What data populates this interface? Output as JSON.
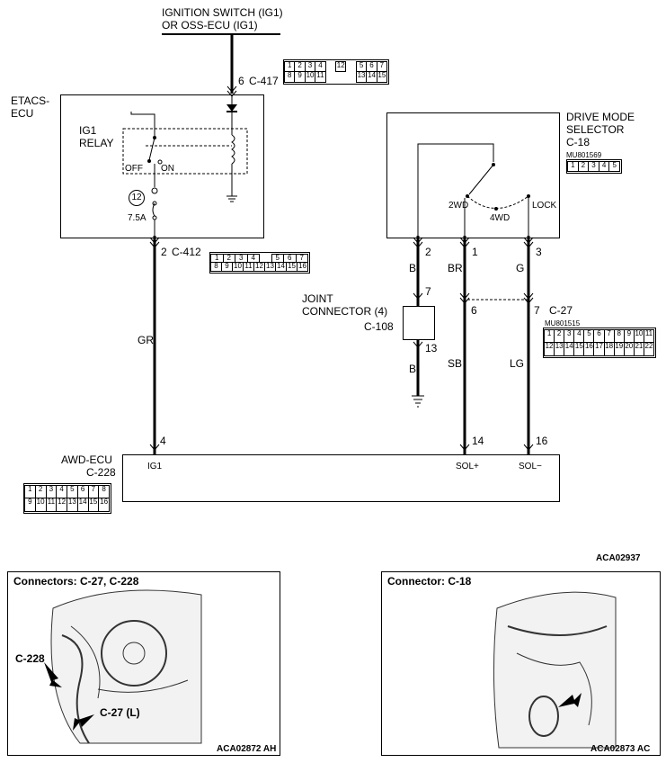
{
  "top_source": {
    "line1": "IGNITION SWITCH (IG1)",
    "line2": "OR OSS-ECU (IG1)"
  },
  "etacs": {
    "line1": "ETACS-",
    "line2": "ECU",
    "relay1": "IG1",
    "relay2": "RELAY",
    "off": "OFF",
    "on": "ON",
    "fuse_no": "12",
    "fuse_amp": "7.5A"
  },
  "c417": {
    "pin": "6",
    "name": "C-417",
    "row1": [
      "1",
      "2",
      "3",
      "4",
      "",
      "12",
      "",
      "5",
      "6",
      "7"
    ],
    "row2": [
      "8",
      "9",
      "10",
      "11",
      "",
      "",
      "",
      "13",
      "14",
      "15"
    ]
  },
  "c412": {
    "pin": "2",
    "name": "C-412",
    "row1": [
      "1",
      "2",
      "3",
      "4",
      "",
      "5",
      "6",
      "7"
    ],
    "row2": [
      "8",
      "9",
      "10",
      "11",
      "12",
      "13",
      "14",
      "15",
      "16"
    ]
  },
  "wire_gr": "GR",
  "awd": {
    "line1": "AWD-ECU",
    "line2": "C-228",
    "pin_ig1": "4",
    "ig1": "IG1",
    "pin_solp": "14",
    "solp": "SOL+",
    "pin_solm": "16",
    "solm": "SOL−"
  },
  "c228": {
    "row1": [
      "1",
      "2",
      "3",
      "4",
      "5",
      "6",
      "7",
      "8"
    ],
    "row2": [
      "9",
      "10",
      "11",
      "12",
      "13",
      "14",
      "15",
      "16"
    ]
  },
  "dms": {
    "line1": "DRIVE MODE",
    "line2": "SELECTOR",
    "line3": "C-18",
    "part": "MU801569",
    "row1": [
      "1",
      "2",
      "3",
      "4",
      "5"
    ],
    "pos_2wd": "2WD",
    "pos_4wd": "4WD",
    "pos_lock": "LOCK"
  },
  "pins_dms": {
    "p2": "2",
    "p1": "1",
    "p3": "3"
  },
  "wires": {
    "b1": "B",
    "br": "BR",
    "g": "G",
    "sb": "SB",
    "lg": "LG",
    "b2": "B"
  },
  "joint": {
    "line1": "JOINT",
    "line2": "CONNECTOR (4)",
    "name": "C-108",
    "pin_in": "7",
    "pin_out": "13"
  },
  "c27": {
    "pin6": "6",
    "pin7": "7",
    "name": "C-27",
    "part": "MU801515",
    "row1": [
      "1",
      "2",
      "3",
      "4",
      "5",
      "6",
      "7",
      "8",
      "9",
      "10",
      "11"
    ],
    "row2": [
      "12",
      "13",
      "14",
      "15",
      "16",
      "17",
      "18",
      "19",
      "20",
      "21",
      "22"
    ]
  },
  "diagram_code": "ACA02937",
  "panel_left": {
    "title": "Connectors: C-27, C-228",
    "callout1": "C-228",
    "callout2": "C-27 (L)",
    "code": "ACA02872 AH"
  },
  "panel_right": {
    "title": "Connector: C-18",
    "code": "ACA02873 AC"
  }
}
